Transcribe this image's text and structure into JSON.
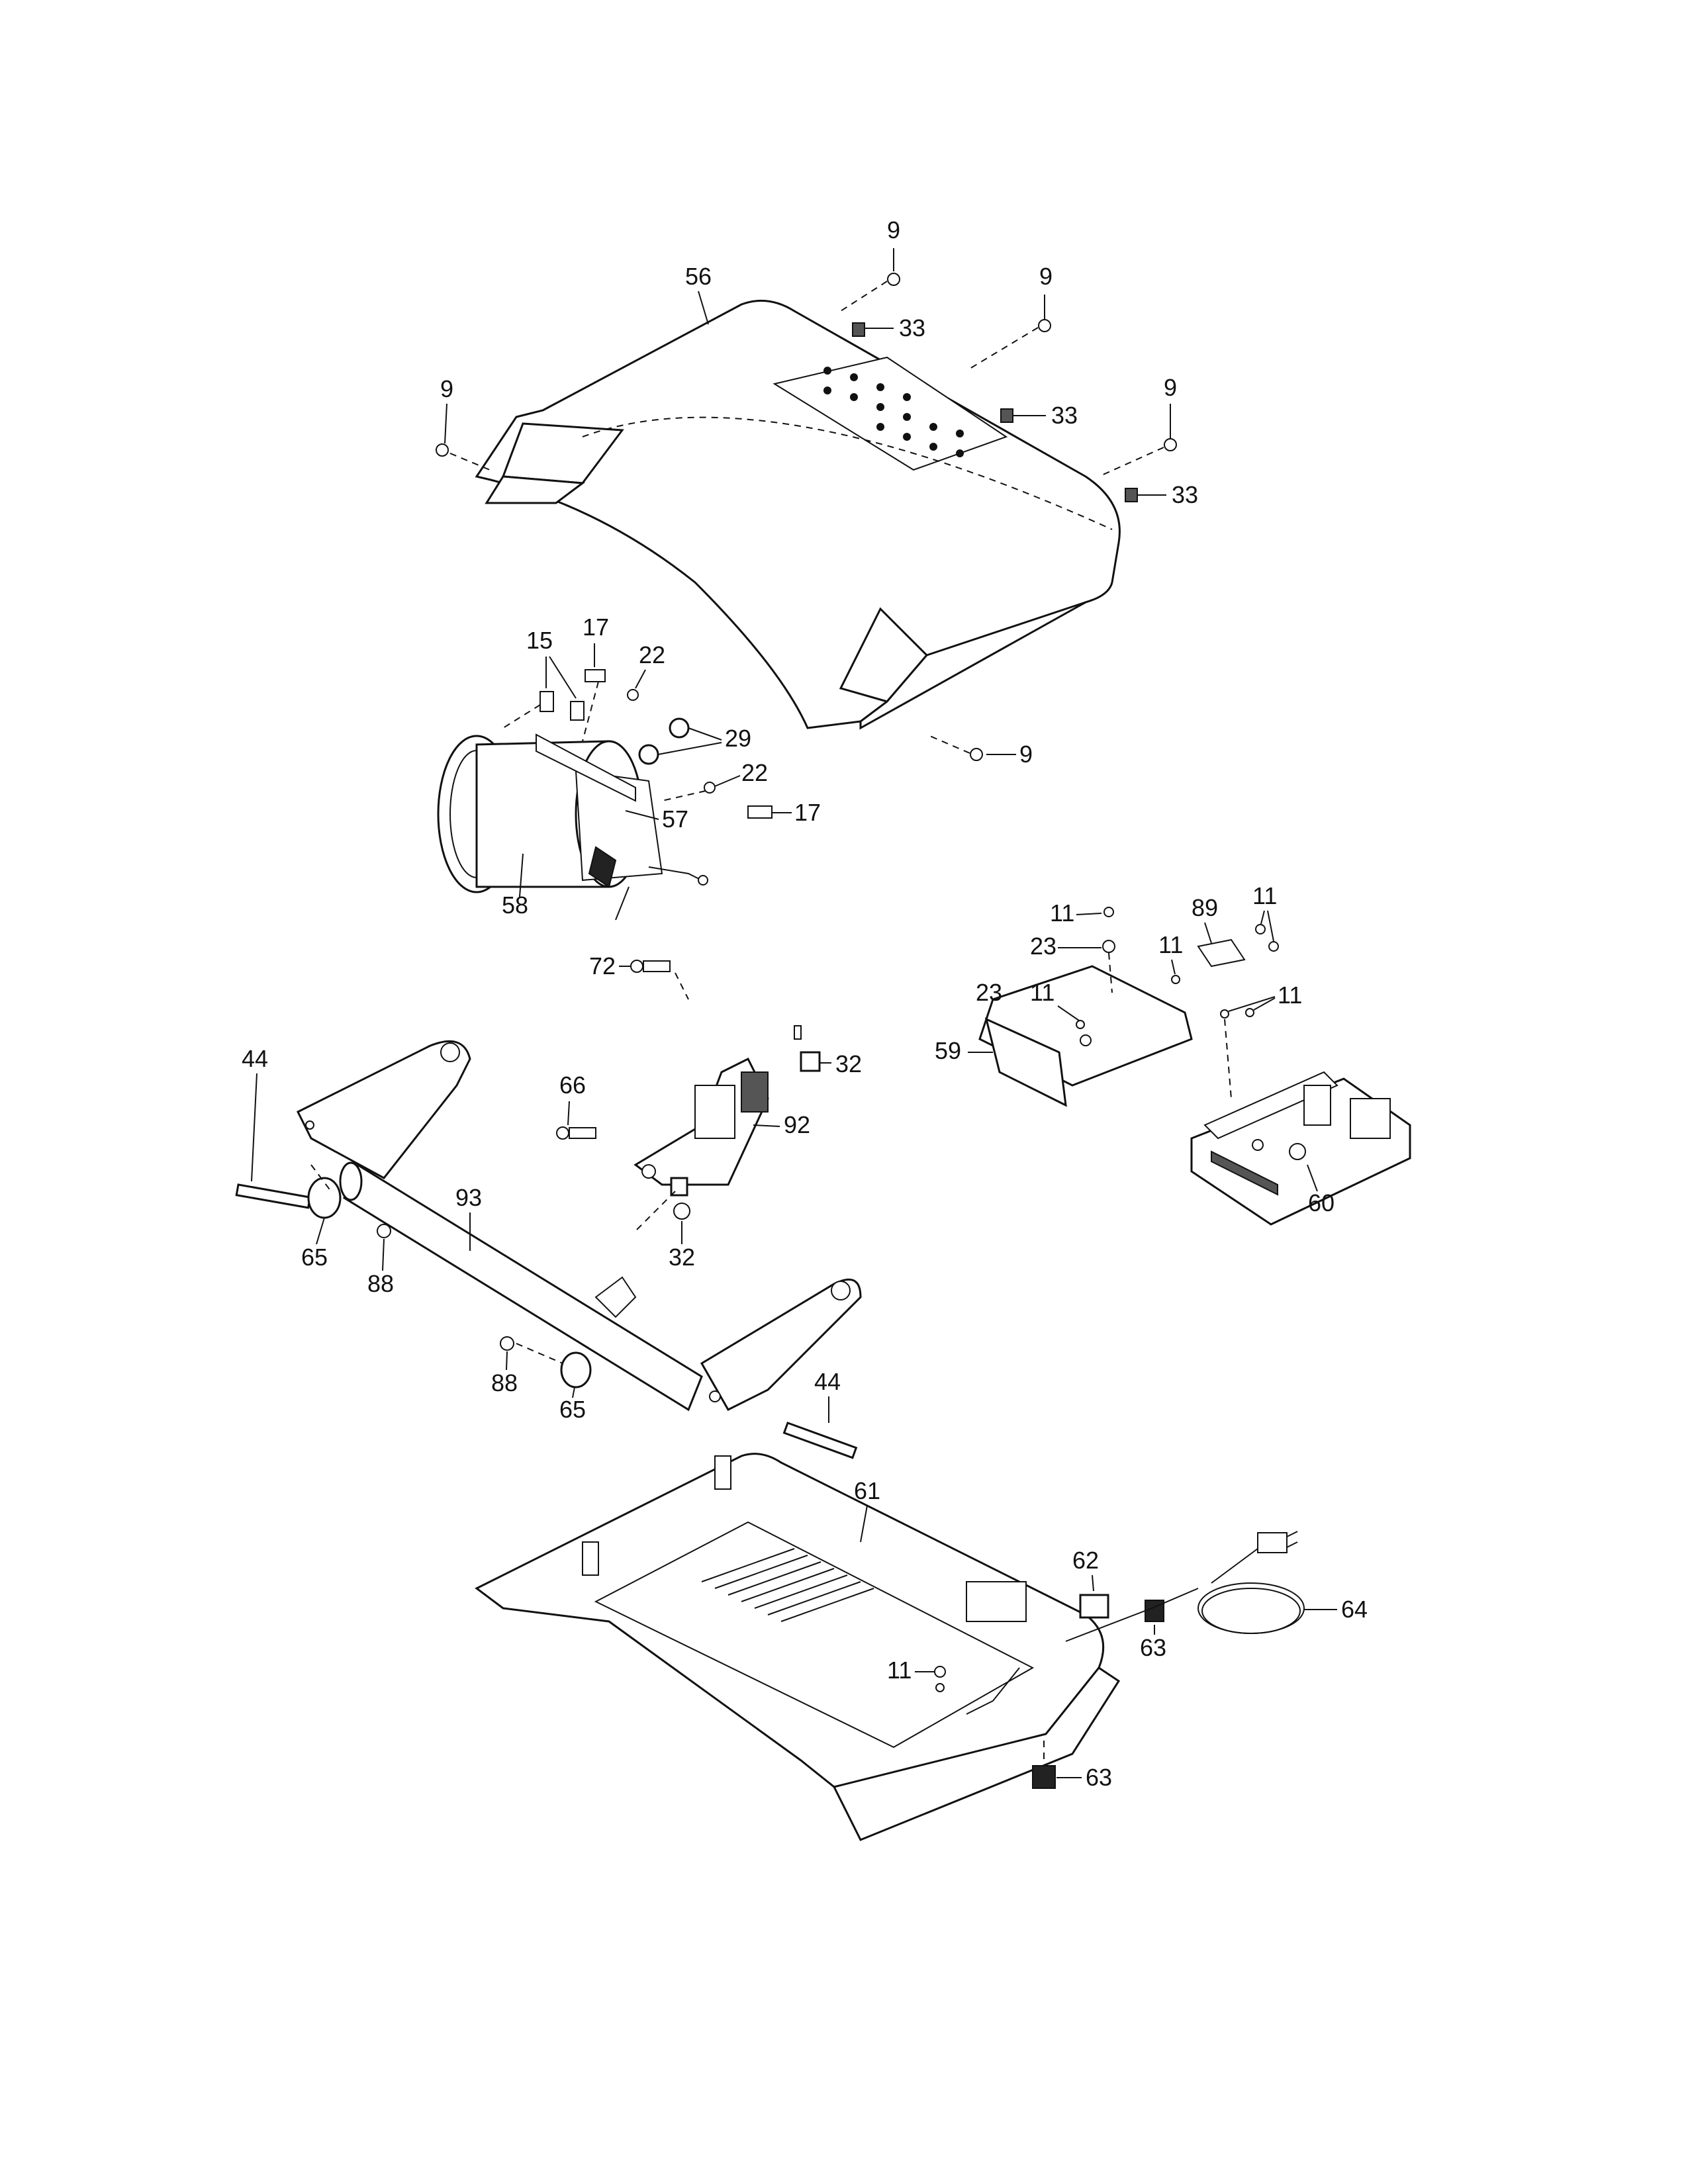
{
  "colors": {
    "ink": "#111111",
    "paper": "#ffffff",
    "shade": "#555555"
  },
  "callouts": {
    "c9a": "9",
    "c9b": "9",
    "c9c": "9",
    "c9d": "9",
    "c9e": "9",
    "c33a": "33",
    "c33b": "33",
    "c33c": "33",
    "c56": "56",
    "c15": "15",
    "c17a": "17",
    "c17b": "17",
    "c22a": "22",
    "c22b": "22",
    "c29": "29",
    "c57": "57",
    "c58": "58",
    "c11a": "11",
    "c11b": "11",
    "c11c": "11",
    "c11d": "11",
    "c11e": "11",
    "c11f": "11",
    "c89": "89",
    "c23a": "23",
    "c23b": "23",
    "c59": "59",
    "c60": "60",
    "c72": "72",
    "c32a": "32",
    "c32b": "32",
    "c66": "66",
    "c92": "92",
    "c44a": "44",
    "c44b": "44",
    "c93": "93",
    "c65a": "65",
    "c65b": "65",
    "c88a": "88",
    "c88b": "88",
    "c61": "61",
    "c62": "62",
    "c63a": "63",
    "c63b": "63",
    "c64": "64"
  }
}
